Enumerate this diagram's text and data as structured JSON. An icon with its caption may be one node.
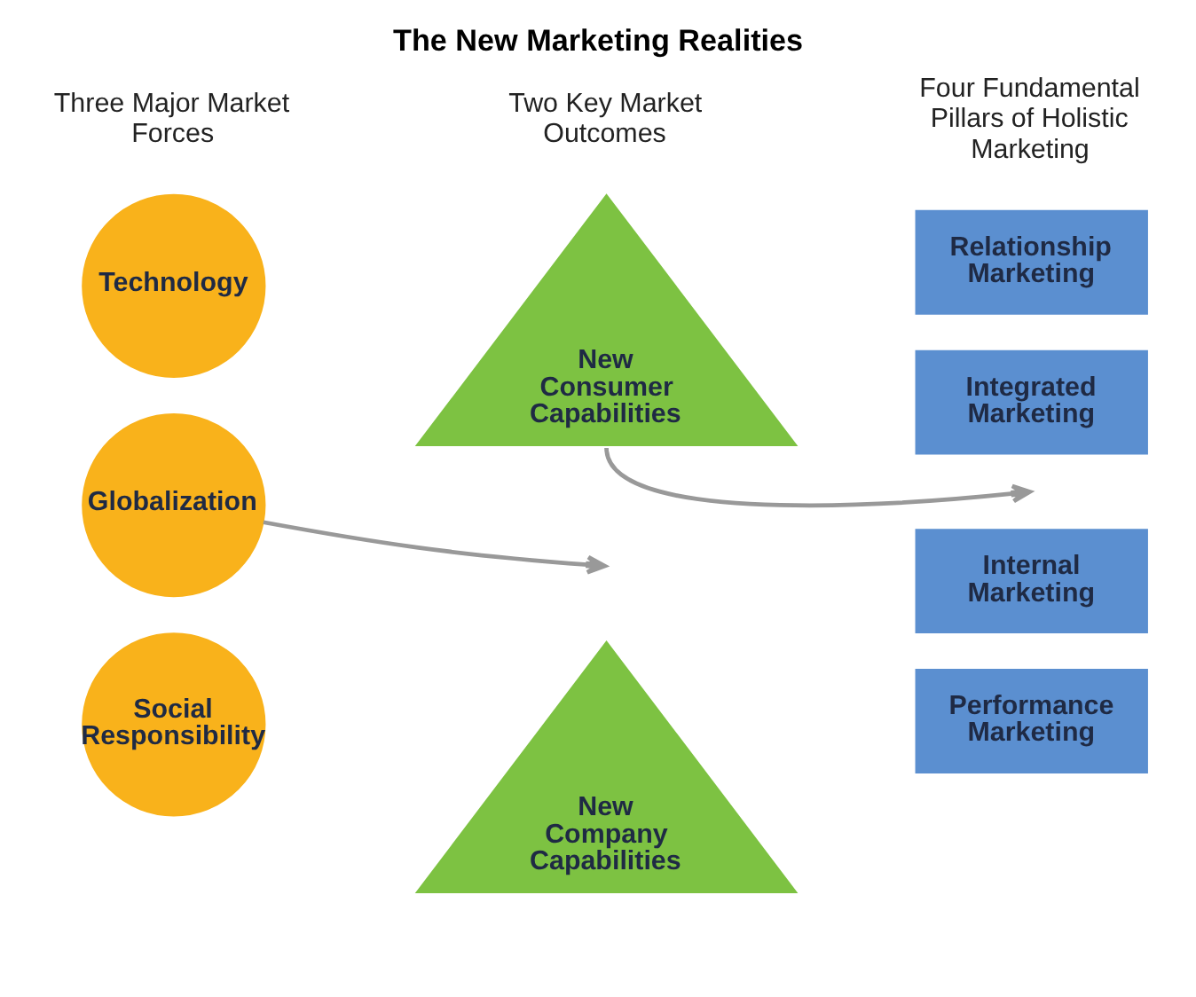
{
  "diagram": {
    "title": "The New Marketing Realities",
    "nodes": [
      {
        "text": [
          "Technology"
        ]
      },
      {
        "text": [
          "Globalization"
        ]
      },
      {
        "text": [
          "Social Responsibility"
        ]
      },
      {
        "text": [
          "New Consumer Capabilities"
        ]
      },
      {
        "text": [
          "New Company Capabilities"
        ]
      },
      {
        "text": [
          "Relationship Marketing"
        ]
      },
      {
        "text": [
          "Integrated Marketing"
        ]
      },
      {
        "text": [
          "Internal Marketing"
        ]
      },
      {
        "text": [
          "Performance Marketing"
        ]
      }
    ],
    "edges": [
      {
        "from": 1,
        "to": null,
        "arrow": "to"
      },
      {
        "from": 3,
        "to": null,
        "arrow": "to"
      }
    ],
    "labels": [
      "Three Major Market Forces",
      "Two Key Market Outcomes",
      "Four Fundamental Pillars of Holistic Marketing"
    ]
  }
}
